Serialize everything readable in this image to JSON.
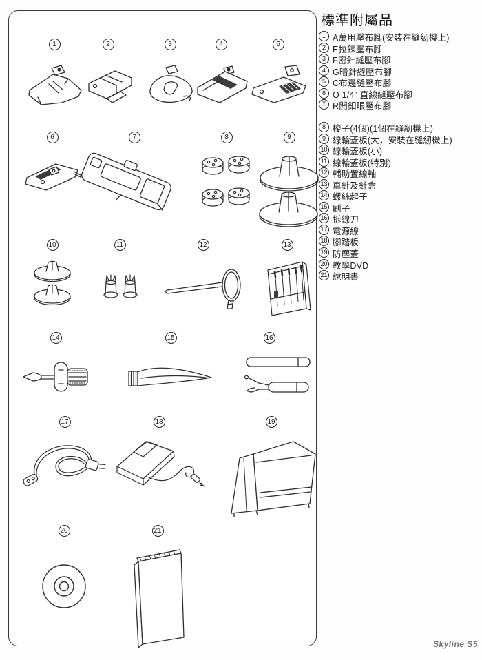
{
  "page": {
    "title": "標準附屬品",
    "brand": "Skyline S5"
  },
  "colors": {
    "ink": "#1c1c1c",
    "line_art": "#2e2e2e",
    "dark_fill": "#3d3d3d",
    "footer_gray": "#757575",
    "background": "#ffffff"
  },
  "list": {
    "group1": [
      {
        "num": "1",
        "label": "A萬用壓布腳(安裝在縫紉機上)"
      },
      {
        "num": "2",
        "label": "E拉鍊壓布腳"
      },
      {
        "num": "3",
        "label": "F密針縫壓布腳"
      },
      {
        "num": "4",
        "label": "G暗針縫壓布腳"
      },
      {
        "num": "5",
        "label": "C布邊縫壓布腳"
      },
      {
        "num": "6",
        "label": "O 1/4\" 直線縫壓布腳"
      },
      {
        "num": "7",
        "label": "R開釦眼壓布腳"
      }
    ],
    "group2": [
      {
        "num": "8",
        "label": "梭子(4個)(1個在縫紉機上)"
      },
      {
        "num": "9",
        "label": "線輪蓋板(大，安裝在縫紉機上)"
      },
      {
        "num": "10",
        "label": "線輪蓋板(小)"
      },
      {
        "num": "11",
        "label": "線輪蓋板(特別)"
      },
      {
        "num": "12",
        "label": "輔助置線軸"
      },
      {
        "num": "13",
        "label": "車針及針盒"
      },
      {
        "num": "14",
        "label": "螺絲起子"
      },
      {
        "num": "15",
        "label": "刷子"
      },
      {
        "num": "16",
        "label": "拆線刀"
      },
      {
        "num": "17",
        "label": "電源線"
      },
      {
        "num": "18",
        "label": "腳踏板"
      },
      {
        "num": "19",
        "label": "防塵蓋"
      },
      {
        "num": "20",
        "label": "教學DVD"
      },
      {
        "num": "21",
        "label": "說明書"
      }
    ]
  },
  "figures": [
    {
      "num": "1",
      "icon": "presser-foot-a-icon"
    },
    {
      "num": "2",
      "icon": "zipper-foot-e-icon"
    },
    {
      "num": "3",
      "icon": "satin-stitch-foot-f-icon"
    },
    {
      "num": "4",
      "icon": "blind-hem-foot-g-icon"
    },
    {
      "num": "5",
      "icon": "overedge-foot-c-icon"
    },
    {
      "num": "6",
      "icon": "quarter-inch-foot-o-icon"
    },
    {
      "num": "7",
      "icon": "buttonhole-foot-r-icon"
    },
    {
      "num": "8",
      "icon": "bobbins-icon"
    },
    {
      "num": "9",
      "icon": "spool-holder-large-icon"
    },
    {
      "num": "10",
      "icon": "spool-holder-small-icon"
    },
    {
      "num": "11",
      "icon": "spool-holder-special-icon"
    },
    {
      "num": "12",
      "icon": "extra-spool-pin-icon"
    },
    {
      "num": "13",
      "icon": "needle-case-icon"
    },
    {
      "num": "14",
      "icon": "screwdriver-icon"
    },
    {
      "num": "15",
      "icon": "lint-brush-icon"
    },
    {
      "num": "16",
      "icon": "seam-ripper-icon"
    },
    {
      "num": "17",
      "icon": "power-cord-icon"
    },
    {
      "num": "18",
      "icon": "foot-control-icon"
    },
    {
      "num": "19",
      "icon": "dust-cover-icon"
    },
    {
      "num": "20",
      "icon": "instructional-dvd-icon"
    },
    {
      "num": "21",
      "icon": "instruction-book-icon"
    }
  ]
}
